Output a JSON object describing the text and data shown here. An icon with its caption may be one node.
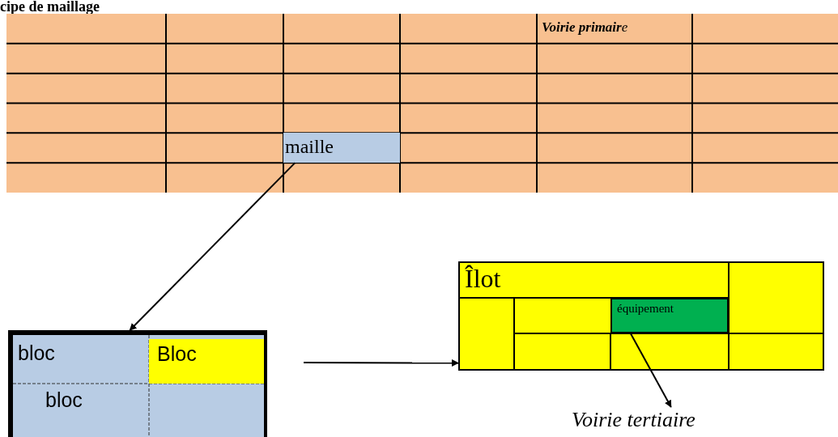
{
  "diagram": {
    "title": "cipe de maillage",
    "nodes": [
      {
        "text": [],
        "shape": "box"
      },
      {
        "text": [
          "**Voirie primair**e"
        ],
        "in": 0
      },
      {
        "text": [
          "maille"
        ],
        "in": 0
      },
      {
        "text": [],
        "shape": "box"
      },
      {
        "text": [
          "bloc"
        ],
        "in": 3
      },
      {
        "text": [
          "Bloc"
        ],
        "in": 3
      },
      {
        "text": [
          "bloc"
        ],
        "in": 3
      },
      {
        "text": [],
        "shape": "box"
      },
      {
        "text": [
          "Îlot"
        ],
        "in": 7
      },
      {
        "text": [
          "équipement"
        ],
        "in": 7
      },
      {
        "text": [
          "Voirie tertiaire"
        ]
      }
    ],
    "edges": [
      {
        "from": 2,
        "to": 3,
        "arrow": "to"
      },
      {
        "from": null,
        "to": 7,
        "arrow": "to"
      },
      {
        "from": 9,
        "to": 10,
        "arrow": "to"
      }
    ]
  }
}
